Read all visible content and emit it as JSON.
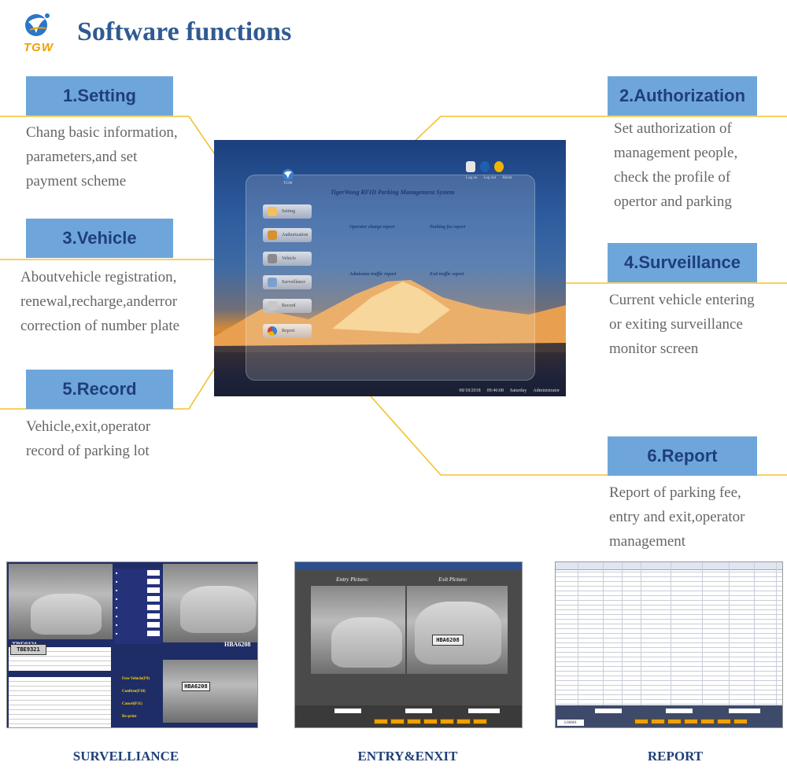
{
  "header": {
    "logo_text": "TGW",
    "title": "Software functions"
  },
  "sections": [
    {
      "label": "1.Setting",
      "lines": [
        "Chang basic information,",
        "parameters,and set",
        "payment scheme"
      ]
    },
    {
      "label": "2.Authorization",
      "lines": [
        "Set authorization of",
        "management people,",
        "check the profile of",
        "opertor and parking"
      ]
    },
    {
      "label": "3.Vehicle",
      "lines": [
        "Aboutvehicle registration,",
        "renewal,recharge,anderror",
        "correction of number plate"
      ]
    },
    {
      "label": "4.Surveillance",
      "lines": [
        "Current vehicle entering",
        "or exiting surveillance",
        "monitor screen"
      ]
    },
    {
      "label": "5.Record",
      "lines": [
        "Vehicle,exit,operator",
        "record of parking lot"
      ]
    },
    {
      "label": "6.Report",
      "lines": [
        "Report of parking fee,",
        "entry and exit,operator",
        "management"
      ]
    }
  ],
  "app": {
    "logo_text": "TGW",
    "title": "TigerWong RFID Parking Management System",
    "menu": [
      "Setting",
      "Authorization",
      "Vehicle",
      "Surveillance",
      "Record",
      "Report"
    ],
    "links": [
      "Operator charge report",
      "Parking fee report",
      "Admission traffic report",
      "Exit traffic report"
    ],
    "top_labels": [
      "Log on",
      "Log out",
      "About"
    ],
    "status": [
      "08/18/2018",
      "09:46:08",
      "Saturday",
      "Administrator"
    ]
  },
  "thumbs": {
    "surveillance": {
      "plate_left": "TBE9321",
      "plate_right": "HBA6208",
      "plate_big": "TBE9321",
      "plate_small": "HBA6208",
      "buttons": [
        "Free Vehicle(F9)",
        "Confirm(F10)",
        "Cancel(F11)",
        "Re-print"
      ]
    },
    "entry": {
      "entry_label": "Entry Picture:",
      "exit_label": "Exit Picture:",
      "plate": "HBA6208"
    },
    "report": {
      "footer_code": "LS6661"
    }
  },
  "captions": [
    "SURVELLIANCE",
    "ENTRY&ENXIT",
    "REPORT"
  ],
  "colors": {
    "label_bg": "#6ea6dc",
    "label_text": "#1f3f78",
    "connector": "#f2c230",
    "title": "#2f5a93"
  }
}
